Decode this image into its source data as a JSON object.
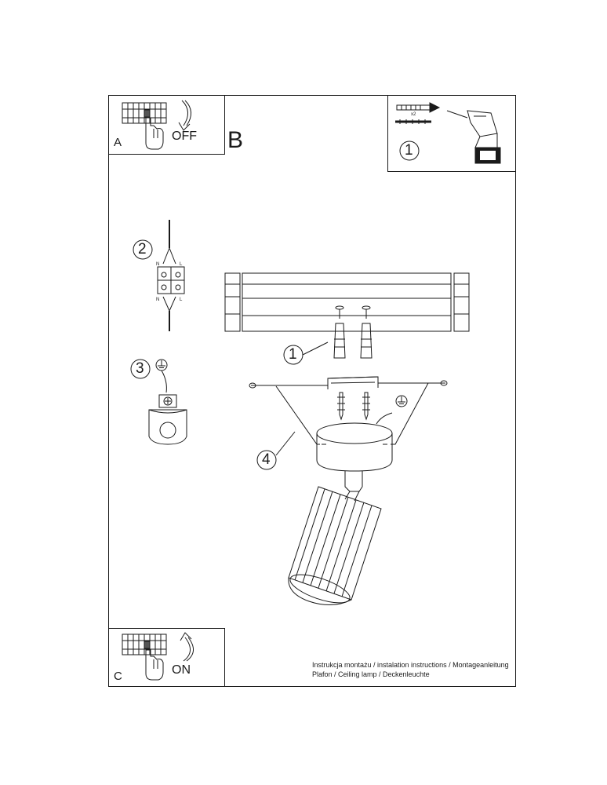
{
  "panels": {
    "a": {
      "letter": "A",
      "action": "OFF"
    },
    "b": {
      "letter": "B"
    },
    "c": {
      "letter": "C",
      "action": "ON"
    }
  },
  "callouts": {
    "tools": "1",
    "terminal": "2",
    "ground": "3",
    "dowel": "1",
    "lamp": "4"
  },
  "terminal_labels": {
    "top_n": "N",
    "top_l": "L",
    "bottom_n": "N",
    "bottom_l": "L"
  },
  "tools": {
    "quantity": "x2"
  },
  "footer": {
    "line1": "Instrukcja montażu / instalation instructions / Montageanleitung",
    "line2": "Plafon / Ceiling lamp / Deckenleuchte"
  }
}
